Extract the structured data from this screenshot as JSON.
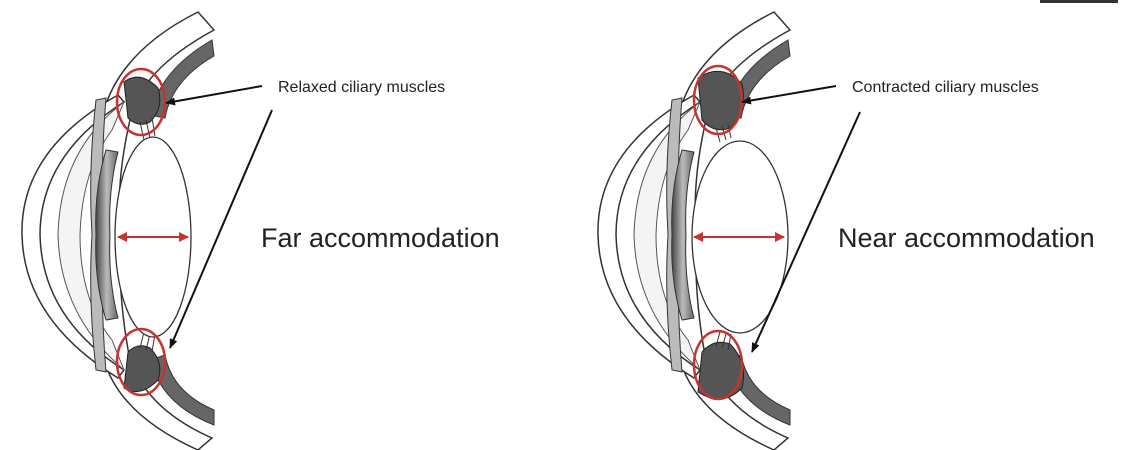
{
  "panels": {
    "left": {
      "callout": "Relaxed ciliary muscles",
      "caption": "Far accommodation"
    },
    "right": {
      "callout": "Contracted ciliary muscles",
      "caption": "Near accommodation"
    }
  },
  "colors": {
    "highlight": "#c8332f",
    "ciliary_muscle": "#555555",
    "iris": "#777777",
    "sclera_fill": "#ffffff",
    "outline": "#333333",
    "shading": "#bbbbbb"
  }
}
